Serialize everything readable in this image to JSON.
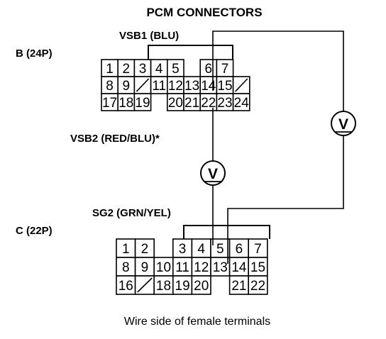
{
  "title": "PCM CONNECTORS",
  "connector_b": {
    "label": "B (24P)",
    "rows": [
      [
        "1",
        "2",
        "3",
        "4",
        "5",
        "",
        "6",
        "7"
      ],
      [
        "8",
        "9",
        "/",
        "11",
        "12",
        "13",
        "14",
        "15",
        "/"
      ],
      [
        "17",
        "18",
        "19",
        "",
        "20",
        "21",
        "22",
        "23",
        "24"
      ]
    ]
  },
  "connector_c": {
    "label": "C (22P)",
    "rows": [
      [
        "1",
        "2",
        "",
        "3",
        "4",
        "5",
        "6",
        "7"
      ],
      [
        "8",
        "9",
        "10",
        "11",
        "12",
        "13",
        "14",
        "15"
      ],
      [
        "16",
        "/",
        "18",
        "19",
        "20",
        "",
        "21",
        "22"
      ]
    ]
  },
  "wire_labels": {
    "vsb1": "VSB1 (BLU)",
    "vsb2": "VSB2 (RED/BLU)*",
    "sg2": "SG2 (GRN/YEL)"
  },
  "meter_symbol": "V",
  "caption": "Wire side of female terminals"
}
